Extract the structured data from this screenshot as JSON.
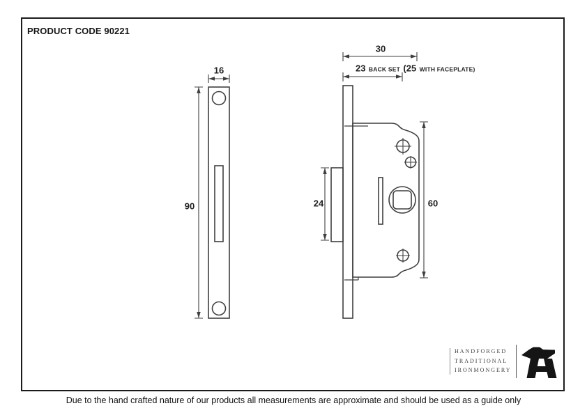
{
  "sheet": {
    "product_code": "PRODUCT CODE 90221",
    "disclaimer": "Due to the hand crafted nature of our products all measurements are approximate and should be used as a guide only"
  },
  "dims": {
    "faceplate_width": "16",
    "faceplate_height": "90",
    "case_width": "30",
    "backset_value": "23",
    "backset_label": "BACK SET",
    "backset_alt_value": "(25",
    "backset_alt_label": "WITH FACEPLATE)",
    "latch_height": "24",
    "case_height": "60"
  },
  "brand": {
    "line1": "HANDFORGED",
    "line2": "TRADITIONAL",
    "line3": "IRONMONGERY",
    "logo_icon": "anvil-icon"
  },
  "colors": {
    "line": "#3f3f3f",
    "frame": "#1c1c1c",
    "text": "#1a1a1a"
  }
}
